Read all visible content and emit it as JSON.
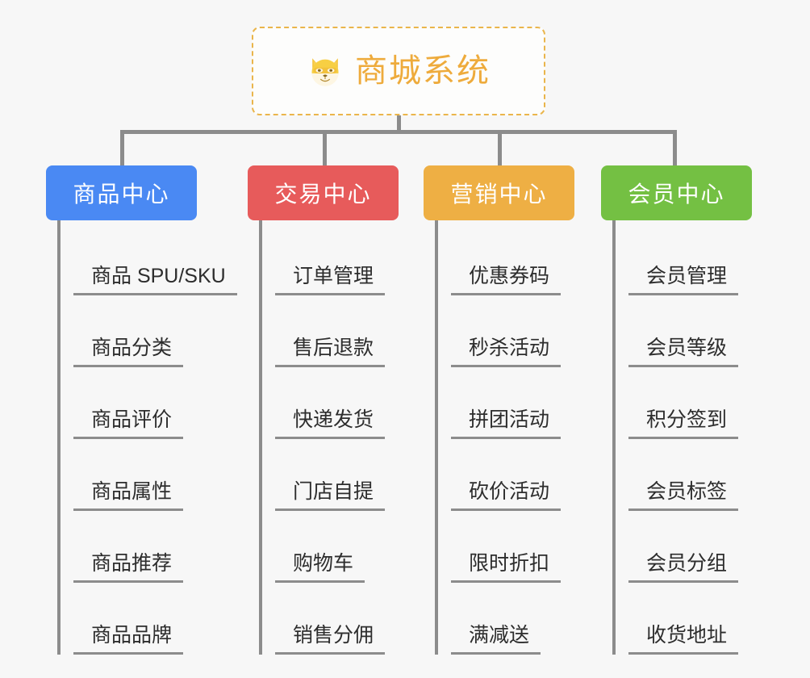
{
  "page": {
    "background_color": "#f7f7f7",
    "connector_color": "#8c8c8c"
  },
  "root": {
    "icon": "shiba-dog-face-icon",
    "title": "商城系统",
    "text_color": "#eeab3c",
    "border_color": "#eab54b"
  },
  "columns": [
    {
      "id": "product-center",
      "title": "商品中心",
      "color": "#4a89f3",
      "items": [
        "商品 SPU/SKU",
        "商品分类",
        "商品评价",
        "商品属性",
        "商品推荐",
        "商品品牌"
      ]
    },
    {
      "id": "trade-center",
      "title": "交易中心",
      "color": "#e75b5b",
      "items": [
        "订单管理",
        "售后退款",
        "快递发货",
        "门店自提",
        "购物车",
        "销售分佣"
      ]
    },
    {
      "id": "marketing-center",
      "title": "营销中心",
      "color": "#eeaf44",
      "items": [
        "优惠券码",
        "秒杀活动",
        "拼团活动",
        "砍价活动",
        "限时折扣",
        "满减送"
      ]
    },
    {
      "id": "member-center",
      "title": "会员中心",
      "color": "#74c043",
      "items": [
        "会员管理",
        "会员等级",
        "积分签到",
        "会员标签",
        "会员分组",
        "收货地址"
      ]
    }
  ]
}
